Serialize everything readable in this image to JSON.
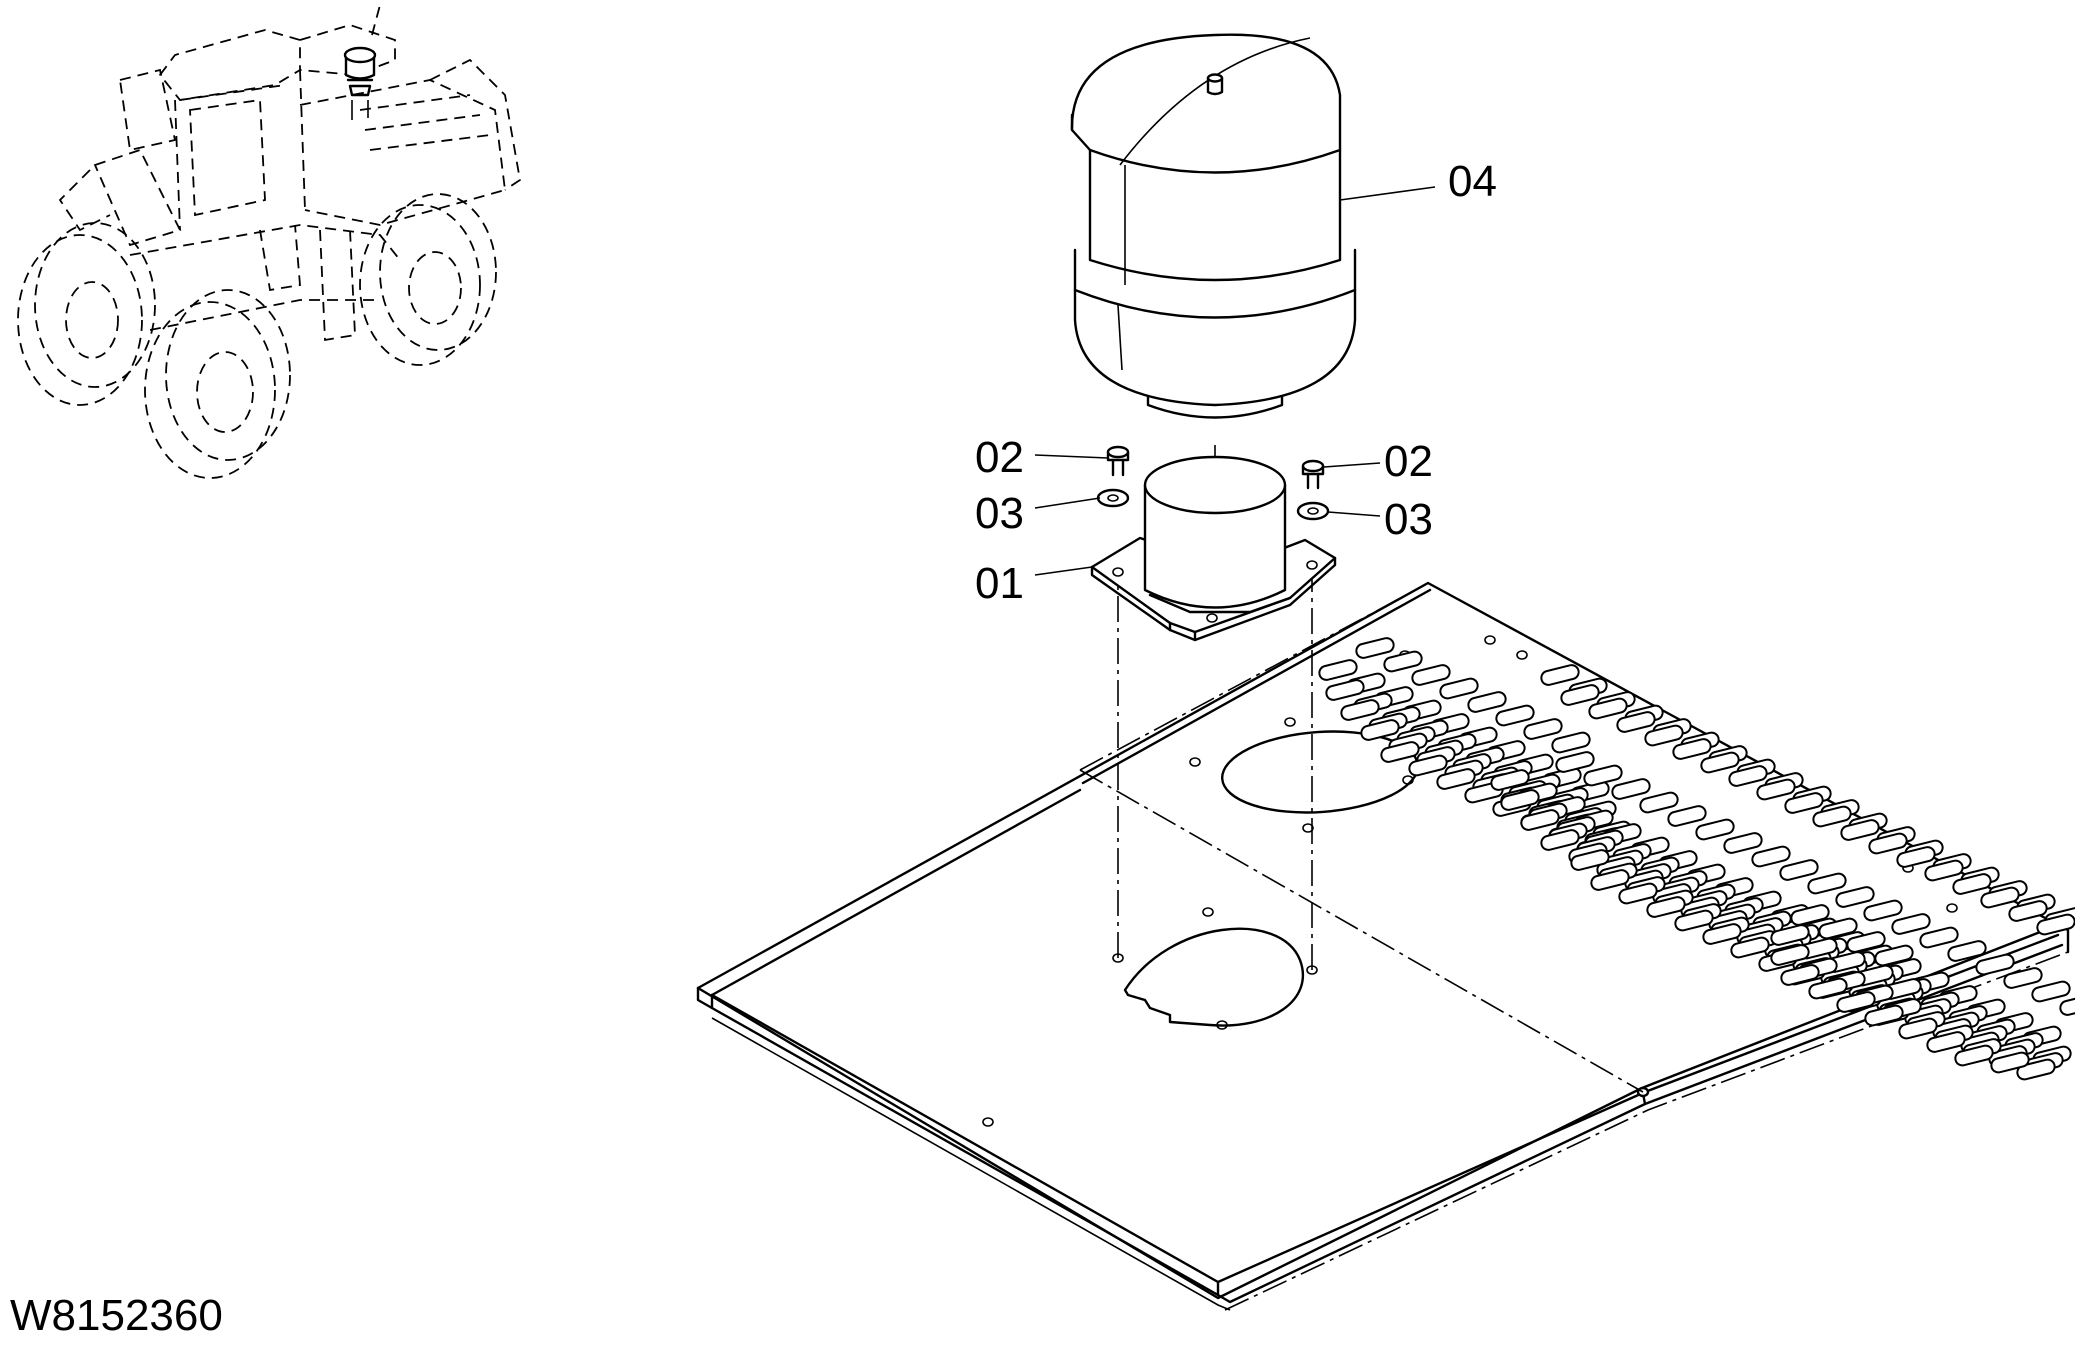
{
  "drawing_number": "W8152360",
  "parts": [
    {
      "label": "01"
    },
    {
      "label": "02"
    },
    {
      "label": "02"
    },
    {
      "label": "03"
    },
    {
      "label": "03"
    },
    {
      "label": "04"
    }
  ]
}
